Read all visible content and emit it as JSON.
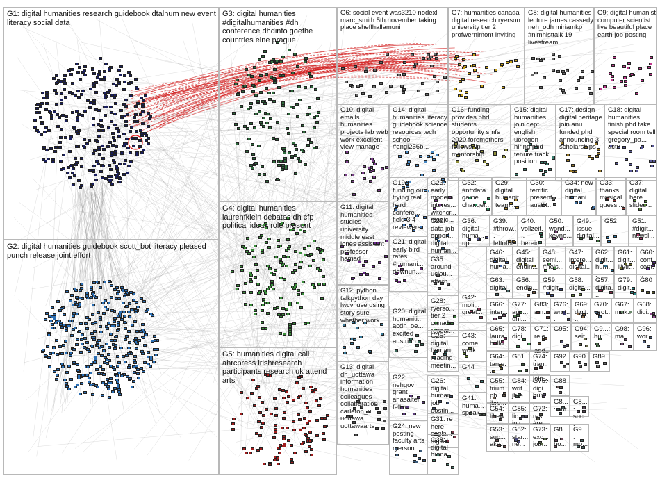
{
  "graph": {
    "groups": [
      {
        "id": "G1",
        "label": "G1: digital humanities research guidebook dtalhum new event literacy social data",
        "color": "#1a1f5e"
      },
      {
        "id": "G2",
        "label": "G2: digital humanities guidebook scott_bot literacy pleased punch release joint effort",
        "color": "#2c6fb4"
      },
      {
        "id": "G3",
        "label": "G3: digital humanities #digitalhumanities #dh conference dhdinfo goethe countries eine prague",
        "color": "#2e6b3c"
      },
      {
        "id": "G4",
        "label": "G4: digital humanities laurenfklein debates dh cfp political ideas role present",
        "color": "#3a8f3a"
      },
      {
        "id": "G5",
        "label": "G5: humanities digital call ahrcpress irishresearch participants research uk attend arts",
        "color": "#a11d1d"
      },
      {
        "id": "G6",
        "label": "G6: social event was3210 nodexl marc_smith 5th november taking place sheffhallamuni",
        "color": "#6c6c6c"
      },
      {
        "id": "G7",
        "label": "G7: humanities canada digital research ryerson university tier 2 profwernimont inviting",
        "color": "#c9a21a"
      },
      {
        "id": "G8",
        "label": "G8: digital humanities lecture james cassedy neh_odh miriamkp #nlmhisttalk 19 livestream",
        "color": "#6b6b6b"
      },
      {
        "id": "G9",
        "label": "G9: digital humanist computer scientist live beautiful place earth job posting",
        "color": "#c23a8f"
      },
      {
        "id": "G10",
        "label": "G10: digital emails humanities projects lab web work excellent view manage",
        "color": "#7a3f8a"
      },
      {
        "id": "G14",
        "label": "G14: digital humanities literacy guidebook science resources tech school #engl256b...",
        "color": "#4a8ac4"
      },
      {
        "id": "G16",
        "label": "G16: funding provides phd students opportunity smfs 2020 foremothers fellowship mentorship",
        "color": "#8f8f3a"
      },
      {
        "id": "G15",
        "label": "G15: digital humanities join dept english uoregon hiring phd tenure track position",
        "color": "#3a7f6f"
      },
      {
        "id": "G17",
        "label": "G17: design digital heritage join anu funded phd announcing 3 scholarships",
        "color": "#9a7a2a"
      },
      {
        "id": "G18",
        "label": "G18: digital humanities finish phd take special room tell gregory_pa... actu",
        "color": "#5a5a9a"
      },
      {
        "id": "G11",
        "label": "G11: digital humanities studies university middle east jones assistant professor hamad",
        "color": "#6a2a8a"
      },
      {
        "id": "G12",
        "label": "G12: python talkpython day lwcvl use using story sure whether work",
        "color": "#3a7a9a"
      },
      {
        "id": "G13",
        "label": "G13: digital dh_uottawa information humanities colleagues collaboration carleton_u uottawa uottawaarts...",
        "color": "#4a4a4a"
      },
      {
        "id": "G19",
        "label": "G19: funding out trying real hard confere... field 3 4 reviewers",
        "color": "#3a6fb0"
      },
      {
        "id": "G23",
        "label": "G23: early modern interes... witchcr... magic...",
        "color": "#7a3a8a"
      },
      {
        "id": "G32",
        "label": "G32: #nttdata game changer...",
        "color": "#2a8a5a"
      },
      {
        "id": "G29",
        "label": "G29: digital humanit... team...",
        "color": "#b08a2a"
      },
      {
        "id": "G30",
        "label": "G30: terrific present... austlit...",
        "color": "#6a6a6a"
      },
      {
        "id": "G34",
        "label": "G34: new digital humani...",
        "color": "#3a6a9a"
      },
      {
        "id": "G33",
        "label": "G33: thanks musical guessi...",
        "color": "#8a3a3a"
      },
      {
        "id": "G37",
        "label": "G37: digital here slides...",
        "color": "#5a8a3a"
      },
      {
        "id": "G27",
        "label": "G27: data job opport... digital human...",
        "color": "#2a5a8a"
      },
      {
        "id": "G36",
        "label": "G36: digital huma... up...",
        "color": "#4a4a8a"
      },
      {
        "id": "G39",
        "label": "G39: #throw... leftofbl...",
        "color": "#8a6a2a"
      },
      {
        "id": "G40",
        "label": "G40: vollzeit... bereic...",
        "color": "#3a8a6a"
      },
      {
        "id": "G50",
        "label": "G50: wond... keyno...",
        "color": "#6a3a6a"
      },
      {
        "id": "G49",
        "label": "G49: issue digital...",
        "color": "#3a6a3a"
      },
      {
        "id": "G52",
        "label": "G52",
        "color": "#2a7aaa"
      },
      {
        "id": "G51",
        "label": "G51: #digit... newsl...",
        "color": "#aa3a6a"
      },
      {
        "id": "G21",
        "label": "G21: digital early bird rates #humani... downun...",
        "color": "#6a2a7a"
      },
      {
        "id": "G35",
        "label": "G35: around uclou... aftern...",
        "color": "#5a5a5a"
      },
      {
        "id": "G46",
        "label": "G46: digital huma...",
        "color": "#3a5a9a"
      },
      {
        "id": "G45",
        "label": "G45: digital endin...",
        "color": "#7a7a3a"
      },
      {
        "id": "G48",
        "label": "G48: semi... #hels...",
        "color": "#4a8a4a"
      },
      {
        "id": "G47",
        "label": "G47: intere... digital...",
        "color": "#8a4a2a"
      },
      {
        "id": "G62",
        "label": "G62: digit... hum...",
        "color": "#2a6a8a"
      },
      {
        "id": "G61",
        "label": "G61: digit... lilytr...",
        "color": "#6a6a2a"
      },
      {
        "id": "G60",
        "label": "G60: conf cent...",
        "color": "#5a2a8a"
      },
      {
        "id": "G28",
        "label": "G28: ryerso... tier 2 canada resear...",
        "color": "#3a7a3a"
      },
      {
        "id": "G42",
        "label": "G42: moli... great...",
        "color": "#8a3a5a"
      },
      {
        "id": "G63",
        "label": "G63: digital",
        "color": "#4a6a6a"
      },
      {
        "id": "G56",
        "label": "G56: endin...",
        "color": "#7a5a3a"
      },
      {
        "id": "G59",
        "label": "G59: #digit...",
        "color": "#3a4a8a"
      },
      {
        "id": "G58",
        "label": "G58: digita...",
        "color": "#6a8a3a"
      },
      {
        "id": "G57",
        "label": "G57: digita...",
        "color": "#8a2a4a"
      },
      {
        "id": "G79",
        "label": "G79: digit...",
        "color": "#2a8a8a"
      },
      {
        "id": "G80",
        "label": "G80",
        "color": "#5a5a2a"
      },
      {
        "id": "G20",
        "label": "G20: digital humaniti... acdh_oe... excited austrian...",
        "color": "#3a6a5a"
      },
      {
        "id": "G66",
        "label": "G66: inter...",
        "color": "#7a4a6a"
      },
      {
        "id": "G77",
        "label": "G77: aus... uni...",
        "color": "#4a7a4a"
      },
      {
        "id": "G83",
        "label": "G83: am...",
        "color": "#6a3a3a"
      },
      {
        "id": "G76",
        "label": "G76: wrot...",
        "color": "#3a3a6a"
      },
      {
        "id": "G69",
        "label": "G69: digit...",
        "color": "#8a6a4a"
      },
      {
        "id": "G70",
        "label": "G70: wrot...",
        "color": "#4a6a8a"
      },
      {
        "id": "G67",
        "label": "G67: mak...",
        "color": "#6a8a6a"
      },
      {
        "id": "G68",
        "label": "G68: digi...",
        "color": "#8a4a8a"
      },
      {
        "id": "G25",
        "label": "G25: digital human... reading meetin...",
        "color": "#2a5a5a"
      },
      {
        "id": "G43",
        "label": "G43: come work...",
        "color": "#5a7a2a"
      },
      {
        "id": "G65",
        "label": "G65: laura hullo",
        "color": "#7a2a5a"
      },
      {
        "id": "G78",
        "label": "G78: digi...",
        "color": "#3a8a4a"
      },
      {
        "id": "G71",
        "label": "G71: rele... add...",
        "color": "#6a4a2a"
      },
      {
        "id": "G95",
        "label": "G95: ...",
        "color": "#4a4a6a"
      },
      {
        "id": "G94",
        "label": "G94: seit...",
        "color": "#6a6a4a"
      },
      {
        "id": "G93",
        "label": "G9...: hu...",
        "color": "#4a6a4a"
      },
      {
        "id": "G98",
        "label": "G98: ma...",
        "color": "#6a4a6a"
      },
      {
        "id": "G96",
        "label": "G96: wor...",
        "color": "#4a5a7a"
      },
      {
        "id": "G22",
        "label": "G22: nehgov grant anasalter fellow...",
        "color": "#5a3a7a"
      },
      {
        "id": "G44",
        "label": "G44",
        "color": "#3a7a7a"
      },
      {
        "id": "G64",
        "label": "G64: tante...",
        "color": "#7a6a3a"
      },
      {
        "id": "G81",
        "label": "G81",
        "color": "#3a5a3a"
      },
      {
        "id": "G74",
        "label": "G74: tran... join...",
        "color": "#5a3a3a"
      },
      {
        "id": "G92",
        "label": "G92",
        "color": "#4a4a4a"
      },
      {
        "id": "G90",
        "label": "G90",
        "color": "#5a5a5a"
      },
      {
        "id": "G89",
        "label": "G89",
        "color": "#6a6a6a"
      },
      {
        "id": "G26",
        "label": "G26: digital human... job postin...",
        "color": "#3a4a6a"
      },
      {
        "id": "G55",
        "label": "G55: triumph jbre...",
        "color": "#6a5a4a"
      },
      {
        "id": "G84",
        "label": "G84: writ... jbre...",
        "color": "#4a6a5a"
      },
      {
        "id": "G75",
        "label": "G75: digi hum...",
        "color": "#5a4a6a"
      },
      {
        "id": "G88",
        "label": "G88",
        "color": "#6a5a5a"
      },
      {
        "id": "G41",
        "label": "G41: huma... speak...",
        "color": "#4a5a4a"
      },
      {
        "id": "G54",
        "label": "G54: likew...",
        "color": "#5a4a4a"
      },
      {
        "id": "G85",
        "label": "G85: lic... intr...",
        "color": "#4a4a5a"
      },
      {
        "id": "G72",
        "label": "G72: res... #re...",
        "color": "#5a5a4a"
      },
      {
        "id": "G8x",
        "label": "G8...: out",
        "color": "#4a5a5a"
      },
      {
        "id": "G8y",
        "label": "G8...: suc...",
        "color": "#5a4a5a"
      },
      {
        "id": "G24",
        "label": "G24: new posting faculty arts ryerson...",
        "color": "#3a5a7a"
      },
      {
        "id": "G31",
        "label": "G31: re here sagla... digital...",
        "color": "#7a3a4a"
      },
      {
        "id": "G38",
        "label": "G38: digital huma...",
        "color": "#4a7a6a"
      },
      {
        "id": "G53",
        "label": "G53: suc... aka...",
        "color": "#6a4a4a"
      },
      {
        "id": "G82",
        "label": "G82: star... ne...",
        "color": "#4a4a7a"
      },
      {
        "id": "G73",
        "label": "G73: exc... job...",
        "color": "#5a6a4a"
      },
      {
        "id": "G8z",
        "label": "G8...: bo...",
        "color": "#6a4a5a"
      },
      {
        "id": "G9x",
        "label": "G9...: mo...",
        "color": "#4a6a6a"
      }
    ]
  }
}
